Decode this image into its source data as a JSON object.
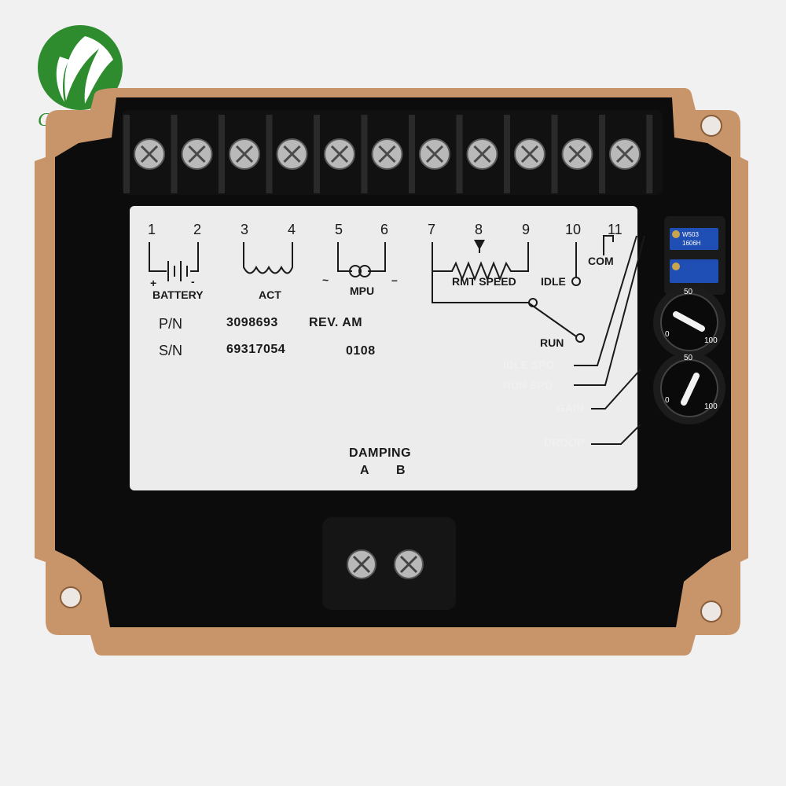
{
  "brand": {
    "logo_text": "Graigar"
  },
  "terminals": {
    "numbers": [
      "1",
      "2",
      "3",
      "4",
      "5",
      "6",
      "7",
      "8",
      "9",
      "10",
      "11"
    ]
  },
  "label": {
    "battery": "BATTERY",
    "act": "ACT",
    "mpu": "MPU",
    "rmt_speed": "RMT SPEED",
    "idle": "IDLE",
    "com": "COM",
    "run": "RUN",
    "plus": "+",
    "minus": "-",
    "tilde": "~",
    "dash": "–",
    "pn_label": "P/N",
    "pn_value": "3098693",
    "rev": "REV. AM",
    "sn_label": "S/N",
    "sn_value": "69317054",
    "date_code": "0108",
    "damping": "DAMPING",
    "damping_a": "A",
    "damping_b": "B"
  },
  "side_labels": {
    "idle_spd": "IDLE SPD",
    "run_spd": "RUN SPD",
    "gain": "GAIN",
    "droop": "DROOP"
  },
  "trimpots": {
    "top_marking_1": "W503",
    "top_marking_2": "1606H"
  },
  "dials": [
    {
      "scale_0": "0",
      "scale_50": "50",
      "scale_100": "100"
    },
    {
      "scale_0": "0",
      "scale_50": "50",
      "scale_100": "100"
    }
  ],
  "colors": {
    "frame": "#c8956a",
    "body": "#0c0c0c",
    "label": "#ececec",
    "logo": "#2e8b2e"
  }
}
